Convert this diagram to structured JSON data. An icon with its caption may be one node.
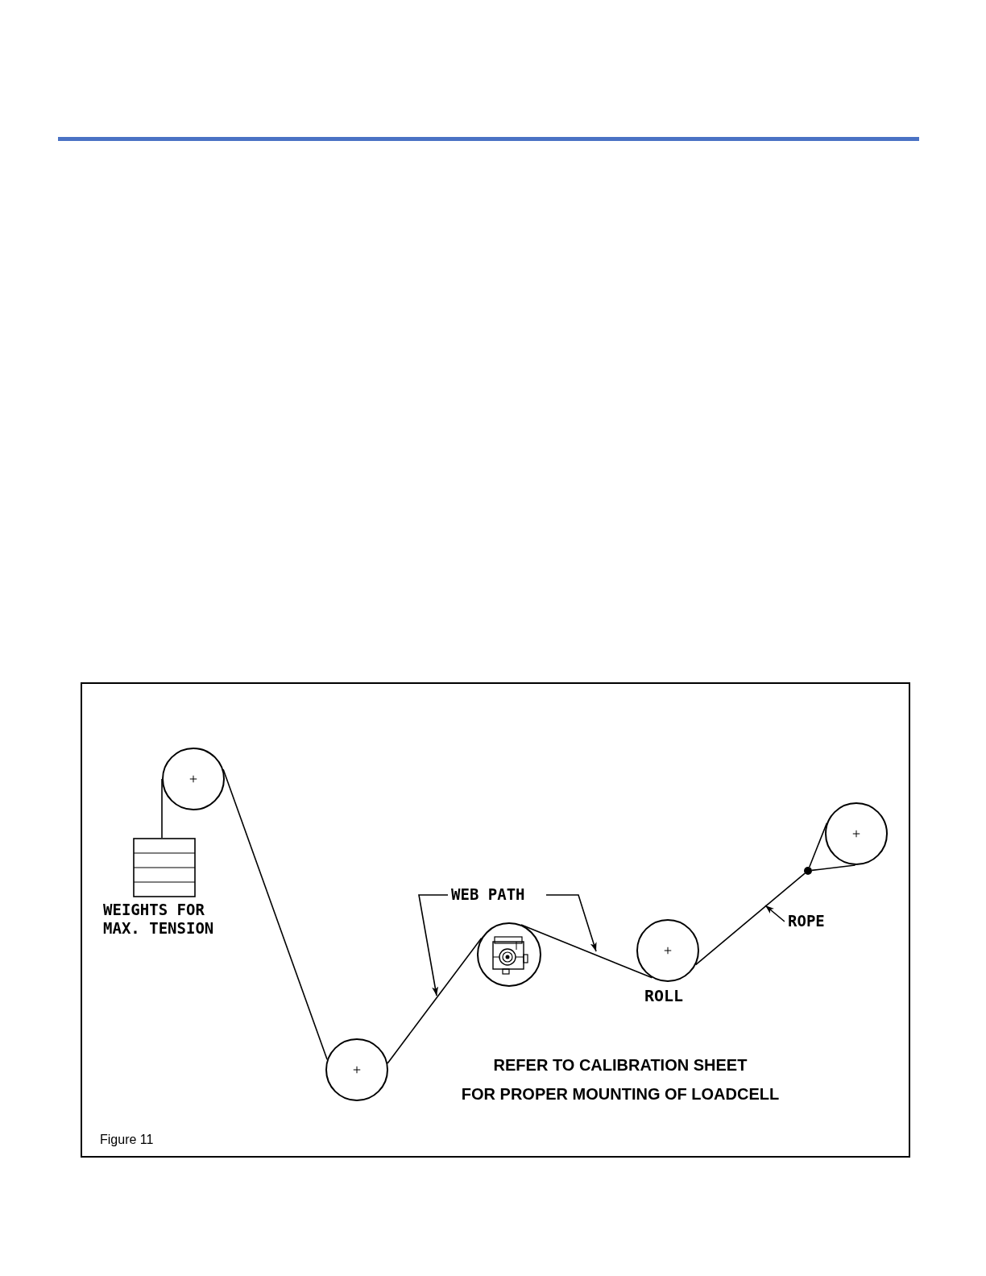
{
  "diagram": {
    "nodes": [
      {
        "text": [],
        "shape": "circle"
      },
      {
        "text": [
          "WEIGHTS FOR MAX. TENSION"
        ]
      },
      {
        "text": [],
        "shape": "circle"
      },
      {
        "text": [],
        "shape": "circle"
      },
      {
        "text": [],
        "shape": "circle",
        "beside": [
          "ROLL"
        ]
      },
      {
        "text": [],
        "shape": "circle"
      },
      {
        "text": [],
        "shape": "circle"
      },
      {
        "text": [
          "WEB PATH"
        ]
      },
      {
        "text": [
          "ROPE"
        ]
      }
    ],
    "edges": [
      {
        "from": 0,
        "to": 1,
        "arrow": "none"
      },
      {
        "from": 0,
        "to": 2,
        "arrow": "none"
      },
      {
        "from": 2,
        "to": 3,
        "arrow": "none"
      },
      {
        "from": 3,
        "to": 4,
        "arrow": "none"
      },
      {
        "from": 4,
        "to": 5,
        "arrow": "none"
      },
      {
        "from": 5,
        "to": 6,
        "arrow": "none"
      },
      {
        "from": 5,
        "to": 6,
        "arrow": "none"
      },
      {
        "from": 7,
        "to": null,
        "arrow": "to"
      },
      {
        "from": 7,
        "to": null,
        "arrow": "to"
      },
      {
        "from": 8,
        "to": null,
        "arrow": "to"
      }
    ],
    "labels": [
      "REFER TO CALIBRATION SHEET",
      "FOR PROPER MOUNTING OF LOADCELL",
      "Figure 11"
    ]
  }
}
